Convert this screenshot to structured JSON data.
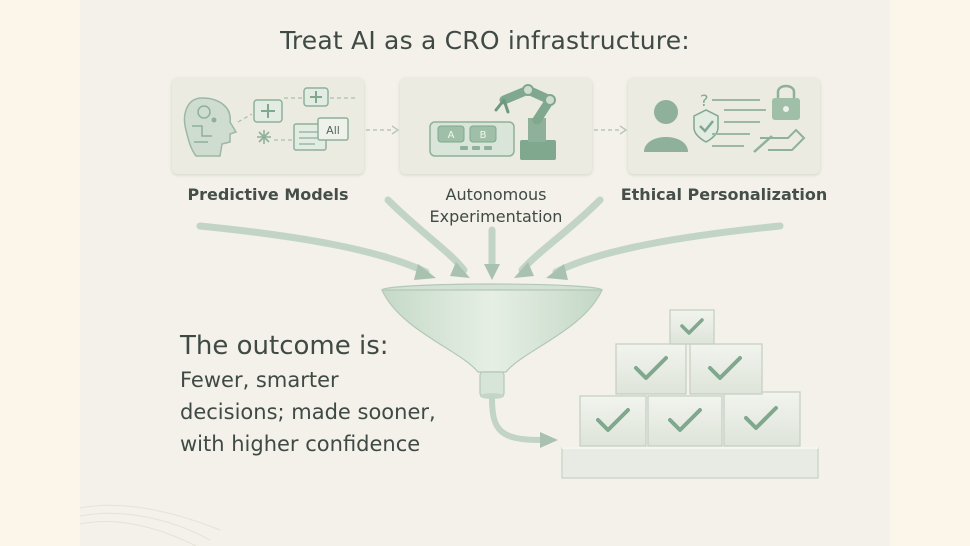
{
  "title": "Treat AI as a CRO infrastructure:",
  "cards": [
    {
      "label": "Predictive Models",
      "badge": "All"
    },
    {
      "label_lines": [
        "Autonomous",
        "Experimentation"
      ],
      "buttons": [
        "A",
        "B"
      ]
    },
    {
      "label": "Ethical Personalization"
    }
  ],
  "outcome": {
    "heading": "The outcome is:",
    "lines": [
      "Fewer, smarter",
      "decisions; made sooner,",
      "with higher confidence"
    ]
  },
  "colors": {
    "page_background": "#fbf5ea",
    "panel_background": "#f3f1e9",
    "accent_green": "#7fa88e",
    "soft_green": "#c9dccd",
    "text": "#3f4a45"
  },
  "icons": {
    "card_1": [
      "ai-head-icon",
      "plus-box-icon",
      "sparkle-icon",
      "document-icon"
    ],
    "card_2": [
      "ab-keypad-icon",
      "robot-arm-icon"
    ],
    "card_3": [
      "user-icon",
      "check-badge-icon",
      "question-icon",
      "lock-icon",
      "key-icon",
      "list-lines-icon"
    ],
    "diagram": [
      "funnel-icon",
      "check-box-icon",
      "arrow-icon"
    ]
  }
}
